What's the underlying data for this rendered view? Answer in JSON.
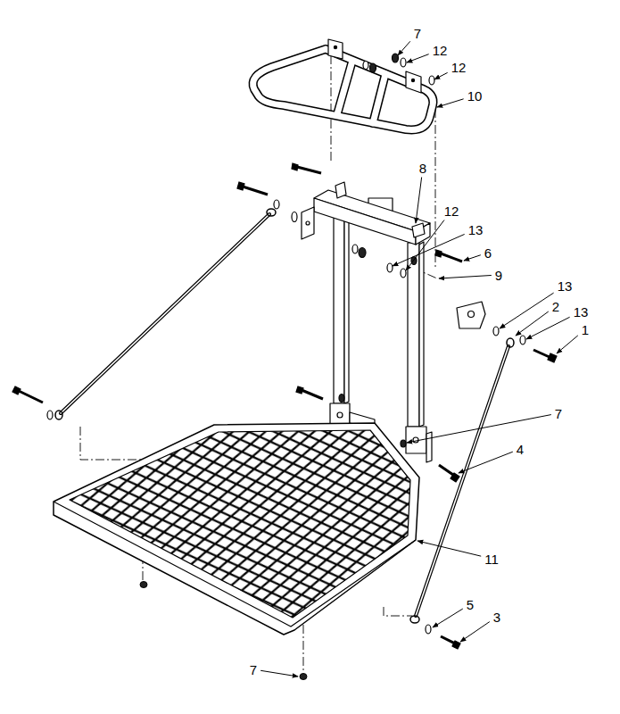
{
  "diagram": {
    "labels": [
      "7",
      "12",
      "12",
      "10",
      "8",
      "12",
      "13",
      "6",
      "9",
      "13",
      "2",
      "13",
      "1",
      "7",
      "4",
      "11",
      "5",
      "3",
      "7"
    ]
  }
}
